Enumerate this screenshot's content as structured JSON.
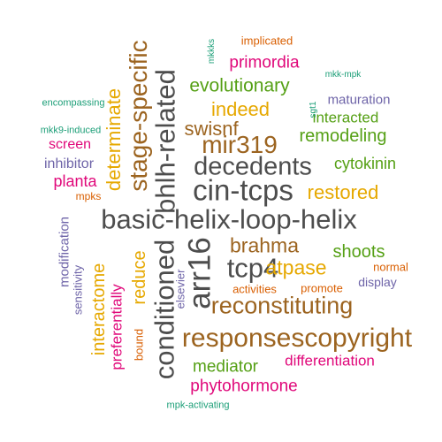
{
  "palette": {
    "dark_gray": "#4d4d4d",
    "bronze": "#9c6420",
    "gold": "#e6a800",
    "green": "#55a015",
    "magenta": "#e0087a",
    "purple": "#6e64a8",
    "teal": "#1b9e77",
    "orange": "#d95f02"
  },
  "words": [
    {
      "text": "basic-helix-loop-helix",
      "color": "#4d4d4d",
      "weight": 10,
      "rotated": false
    },
    {
      "text": "responsescopyright",
      "color": "#9c6420",
      "weight": 9,
      "rotated": false
    },
    {
      "text": "cin-tcps",
      "color": "#4d4d4d",
      "weight": 9,
      "rotated": false
    },
    {
      "text": "decedents",
      "color": "#4d4d4d",
      "weight": 8,
      "rotated": false
    },
    {
      "text": "arr16",
      "color": "#4d4d4d",
      "weight": 9,
      "rotated": true
    },
    {
      "text": "tcp4",
      "color": "#4d4d4d",
      "weight": 8,
      "rotated": false
    },
    {
      "text": "conditioned",
      "color": "#4d4d4d",
      "weight": 8,
      "rotated": true
    },
    {
      "text": "bhlh-related",
      "color": "#4d4d4d",
      "weight": 8,
      "rotated": true
    },
    {
      "text": "reconstituting",
      "color": "#9c6420",
      "weight": 7,
      "rotated": false
    },
    {
      "text": "mir319",
      "color": "#9c6420",
      "weight": 7,
      "rotated": false
    },
    {
      "text": "stage-specific",
      "color": "#9c6420",
      "weight": 7,
      "rotated": true
    },
    {
      "text": "determinate",
      "color": "#e6a800",
      "weight": 6,
      "rotated": true
    },
    {
      "text": "brahma",
      "color": "#9c6420",
      "weight": 6,
      "rotated": false
    },
    {
      "text": "swisnf",
      "color": "#9c6420",
      "weight": 6,
      "rotated": false
    },
    {
      "text": "atpase",
      "color": "#e6a800",
      "weight": 6,
      "rotated": false
    },
    {
      "text": "restored",
      "color": "#e6a800",
      "weight": 6,
      "rotated": false
    },
    {
      "text": "indeed",
      "color": "#e6a800",
      "weight": 6,
      "rotated": false
    },
    {
      "text": "evolutionary",
      "color": "#55a015",
      "weight": 5,
      "rotated": false
    },
    {
      "text": "remodeling",
      "color": "#55a015",
      "weight": 5,
      "rotated": false
    },
    {
      "text": "interacted",
      "color": "#55a015",
      "weight": 4,
      "rotated": false
    },
    {
      "text": "cytokinin",
      "color": "#55a015",
      "weight": 4,
      "rotated": false
    },
    {
      "text": "shoots",
      "color": "#55a015",
      "weight": 5,
      "rotated": false
    },
    {
      "text": "mediator",
      "color": "#55a015",
      "weight": 5,
      "rotated": false
    },
    {
      "text": "interactome",
      "color": "#e6a800",
      "weight": 5,
      "rotated": true
    },
    {
      "text": "reduce",
      "color": "#e6a800",
      "weight": 5,
      "rotated": true
    },
    {
      "text": "primordia",
      "color": "#e0087a",
      "weight": 4,
      "rotated": false
    },
    {
      "text": "differentiation",
      "color": "#e0087a",
      "weight": 4,
      "rotated": false
    },
    {
      "text": "phytohormone",
      "color": "#e0087a",
      "weight": 4,
      "rotated": false
    },
    {
      "text": "preferentially",
      "color": "#e0087a",
      "weight": 4,
      "rotated": true
    },
    {
      "text": "planta",
      "color": "#e0087a",
      "weight": 4,
      "rotated": false
    },
    {
      "text": "screen",
      "color": "#e0087a",
      "weight": 3,
      "rotated": false
    },
    {
      "text": "maturation",
      "color": "#6e64a8",
      "weight": 3,
      "rotated": false
    },
    {
      "text": "inhibitor",
      "color": "#6e64a8",
      "weight": 3,
      "rotated": false
    },
    {
      "text": "modification",
      "color": "#6e64a8",
      "weight": 3,
      "rotated": true
    },
    {
      "text": "sensitivity",
      "color": "#6e64a8",
      "weight": 2,
      "rotated": true
    },
    {
      "text": "elsevier",
      "color": "#6e64a8",
      "weight": 2,
      "rotated": true
    },
    {
      "text": "display",
      "color": "#6e64a8",
      "weight": 2,
      "rotated": false
    },
    {
      "text": "normal",
      "color": "#d95f02",
      "weight": 2,
      "rotated": false
    },
    {
      "text": "promote",
      "color": "#d95f02",
      "weight": 2,
      "rotated": false
    },
    {
      "text": "activities",
      "color": "#d95f02",
      "weight": 2,
      "rotated": false
    },
    {
      "text": "implicated",
      "color": "#d95f02",
      "weight": 2,
      "rotated": false
    },
    {
      "text": "mpks",
      "color": "#d95f02",
      "weight": 2,
      "rotated": false
    },
    {
      "text": "bound",
      "color": "#d95f02",
      "weight": 2,
      "rotated": true
    },
    {
      "text": "encompassing",
      "color": "#1b9e77",
      "weight": 1,
      "rotated": false
    },
    {
      "text": "mkk9-induced",
      "color": "#1b9e77",
      "weight": 1,
      "rotated": false
    },
    {
      "text": "mkk-mpk",
      "color": "#1b9e77",
      "weight": 1,
      "rotated": false
    },
    {
      "text": "mkkks",
      "color": "#1b9e77",
      "weight": 1,
      "rotated": true
    },
    {
      "text": "sgt1",
      "color": "#1b9e77",
      "weight": 1,
      "rotated": true
    },
    {
      "text": "mpk-activating",
      "color": "#1b9e77",
      "weight": 1,
      "rotated": false
    }
  ]
}
